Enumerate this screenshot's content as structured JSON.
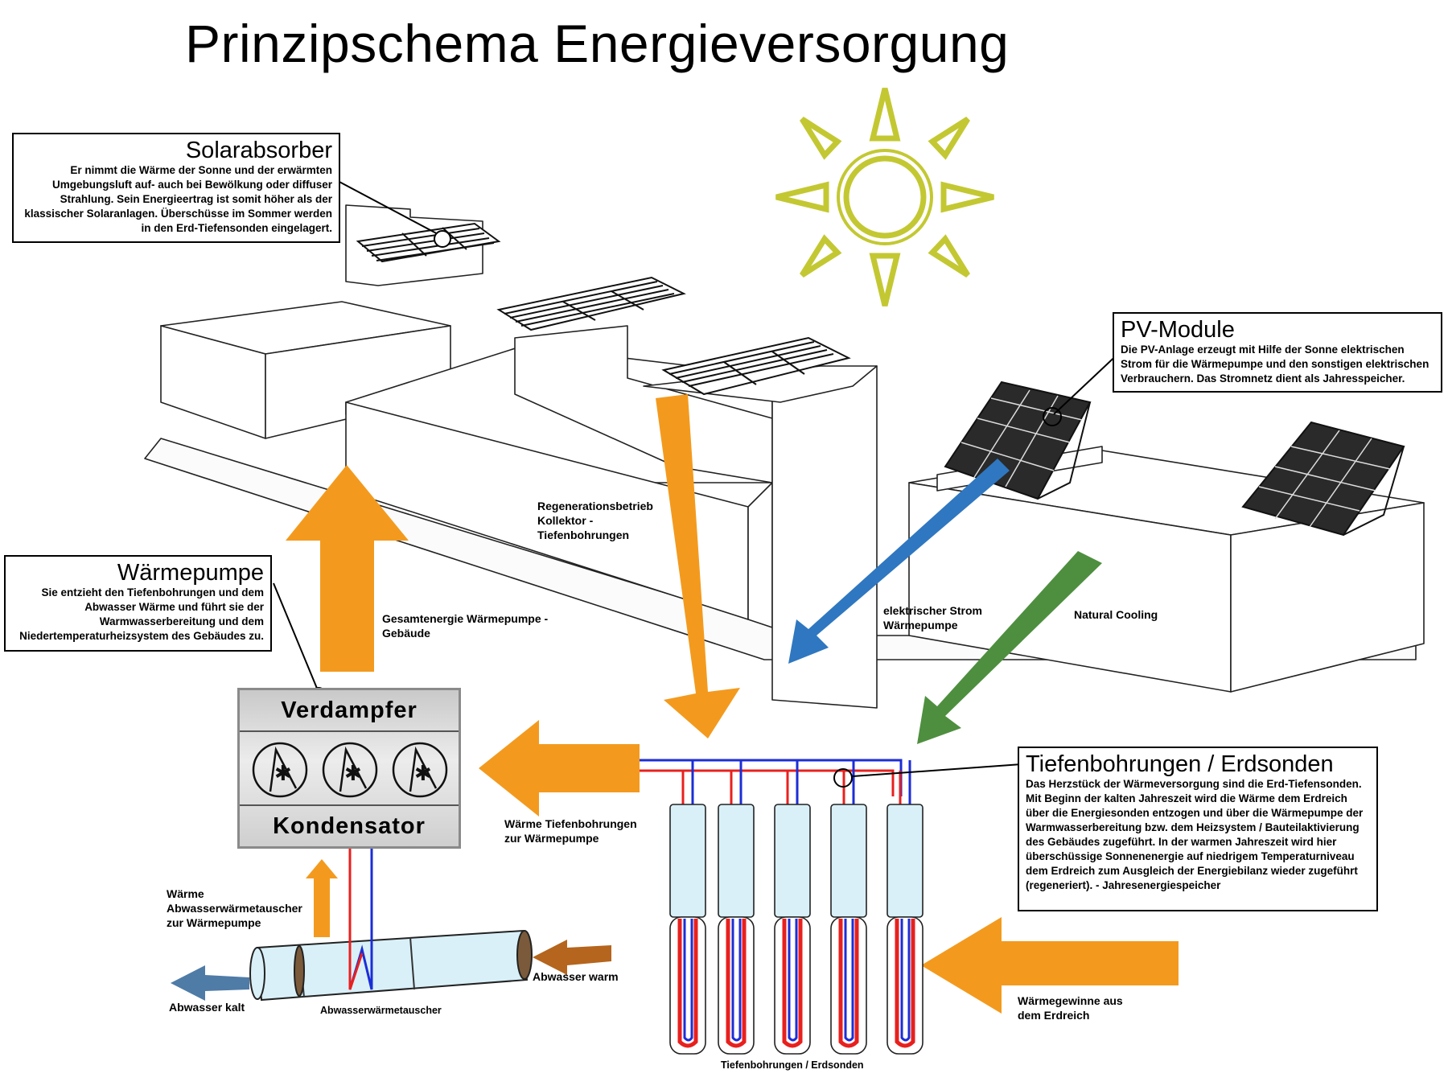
{
  "title": "Prinzipschema Energieversorgung",
  "colors": {
    "orange": "#f39a1e",
    "blue_arrow": "#2f77c0",
    "green_arrow": "#4e8f3f",
    "sun": "#c3c832",
    "pipe_hot": "#e8201e",
    "pipe_cold": "#1c2ed6"
  },
  "boxes": {
    "solar": {
      "title": "Solarabsorber",
      "text": "Er nimmt die Wärme der Sonne und der erwärmten Umgebungsluft auf- auch bei Bewölkung oder diffuser Strahlung. Sein Energieertrag ist somit höher als der klassischer Solaranlagen. Überschüsse im Sommer werden in den Erd-Tiefensonden eingelagert."
    },
    "pv": {
      "title": "PV-Module",
      "text": "Die PV-Anlage erzeugt mit Hilfe der Sonne elektrischen Strom für die Wärmepumpe und den sonstigen elektrischen Verbrauchern. Das Stromnetz dient als Jahresspeicher."
    },
    "heatpump": {
      "title": "Wärmepumpe",
      "text": "Sie entzieht den Tiefenbohrungen und dem Abwasser Wärme und führt sie der Warmwasserbereitung und dem Niedertemperaturheizsystem des Gebäudes zu."
    },
    "boreholes": {
      "title": "Tiefenbohrungen / Erdsonden",
      "text": "Das Herzstück der Wärmeversorgung sind die Erd-Tiefensonden. Mit Beginn der kalten Jahreszeit wird die Wärme dem Erdreich über die Energiesonden entzogen und über die Wärmepumpe der Warmwasserbereitung bzw. dem Heizsystem / Bauteilaktivierung des Gebäudes zugeführt. In der warmen Jahreszeit wird hier überschüssige Sonnenenergie auf niedrigem Temperaturniveau dem Erdreich zum Ausgleich der Energiebilanz wieder zugeführt (regeneriert). - Jahresenergiespeicher"
    }
  },
  "heatpump_unit": {
    "top": "Verdampfer",
    "bottom": "Kondensator"
  },
  "labels": {
    "regeneration": "Regenerationsbetrieb Kollektor - Tiefenbohrungen",
    "total_energy": "Gesamtenergie Wärmepumpe - Gebäude",
    "electric": "elektrischer Strom Wärmepumpe",
    "natural_cooling": "Natural Cooling",
    "heat_boreholes": "Wärme Tiefenbohrungen zur Wärmepumpe",
    "heat_wastewater": "Wärme Abwasserwärmetauscher zur Wärmepumpe",
    "wastewater_warm": "Abwasser warm",
    "wastewater_cold": "Abwasser kalt",
    "exchanger": "Abwasserwärmetauscher",
    "ground_gain": "Wärmegewinne aus dem Erdreich",
    "boreholes_caption": "Tiefenbohrungen / Erdsonden"
  }
}
